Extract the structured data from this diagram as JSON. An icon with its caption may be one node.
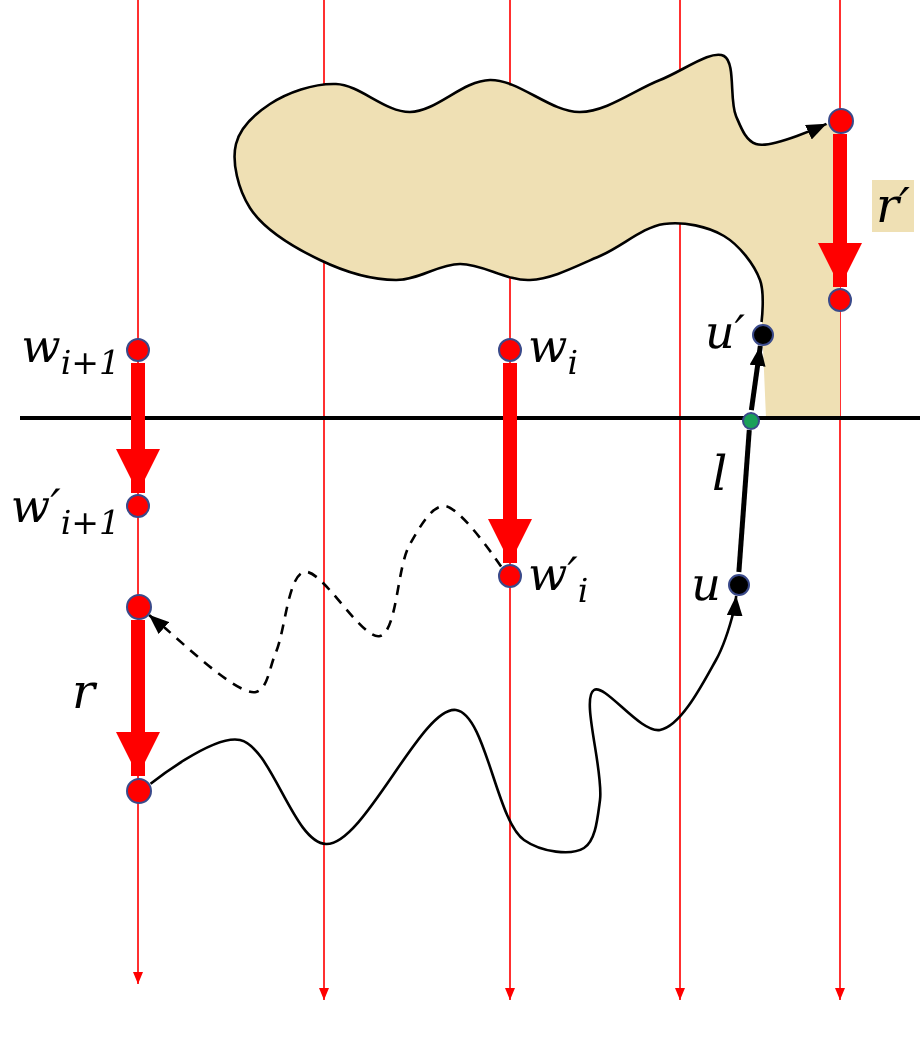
{
  "diagram": {
    "nodes": [
      {
        "text": [],
        "shape": "circle",
        "beside": [
          "w$_{i+1}$"
        ]
      },
      {
        "text": [],
        "shape": "circle",
        "beside": [
          "w′$_{i+1}$"
        ]
      },
      {
        "text": [],
        "shape": "circle"
      },
      {
        "text": [],
        "shape": "circle"
      },
      {
        "text": [],
        "shape": "circle",
        "beside": [
          "w$_{i}$"
        ]
      },
      {
        "text": [],
        "shape": "circle",
        "beside": [
          "w′$_{i}$"
        ]
      },
      {
        "text": [],
        "shape": "circle"
      },
      {
        "text": [],
        "shape": "circle"
      },
      {
        "text": [],
        "shape": "circle",
        "beside": [
          "u′"
        ]
      },
      {
        "text": [],
        "shape": "circle"
      },
      {
        "text": [],
        "shape": "circle",
        "beside": [
          "u"
        ]
      }
    ],
    "edges": [
      {
        "from": 0,
        "to": 1,
        "arrow": "to",
        "style": "thick",
        "color": "#ff0000"
      },
      {
        "from": 4,
        "to": 5,
        "arrow": "to",
        "style": "thick",
        "color": "#ff0000"
      },
      {
        "from": 2,
        "to": 3,
        "arrow": "to",
        "style": "thick",
        "color": "#ff0000",
        "label": "r"
      },
      {
        "from": 6,
        "to": 7,
        "arrow": "to",
        "style": "thick",
        "color": "#ff0000",
        "label": "r′"
      },
      {
        "from": 10,
        "to": 9,
        "arrow": "none",
        "label": "l"
      },
      {
        "from": 9,
        "to": 8,
        "arrow": "to"
      },
      {
        "from": 3,
        "to": 10,
        "arrow": "to"
      },
      {
        "from": 5,
        "to": 2,
        "arrow": "to",
        "style": "dashed"
      },
      {
        "from": 8,
        "to": 6,
        "arrow": "to"
      }
    ]
  }
}
